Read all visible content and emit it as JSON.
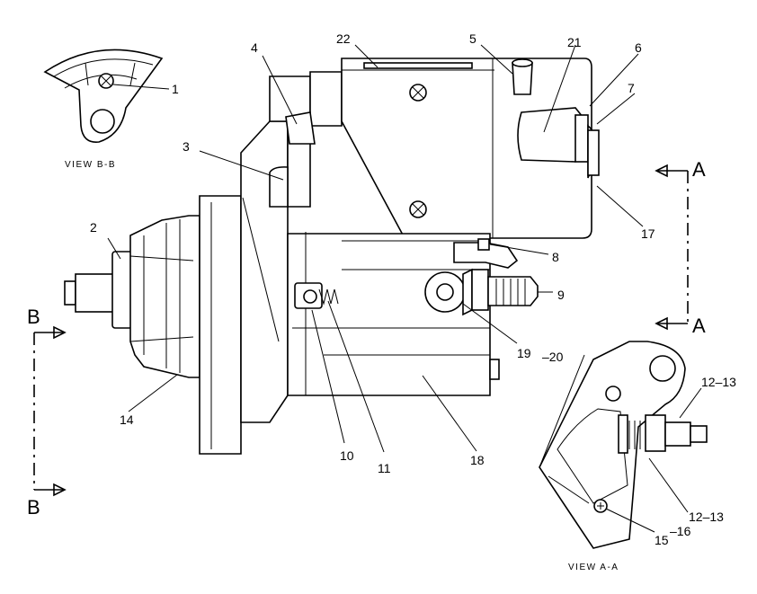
{
  "callouts": {
    "c1": "1",
    "c2": "2",
    "c3": "3",
    "c4": "4",
    "c5": "5",
    "c6": "6",
    "c7": "7",
    "c8": "8",
    "c9": "9",
    "c10": "10",
    "c11": "11",
    "c14": "14",
    "c17": "17",
    "c18": "18",
    "c19": "19",
    "c20": "20",
    "c21": "21",
    "c22": "22",
    "c12_13_top": "12–13",
    "c12_13_bottom": "12–13",
    "c15": "15",
    "c16": "–16"
  },
  "sections": {
    "a_top": "A",
    "a_bottom": "A",
    "b_top": "B",
    "b_bottom": "B"
  },
  "views": {
    "view_bb": "VIEW B-B",
    "view_aa": "VIEW A-A"
  }
}
